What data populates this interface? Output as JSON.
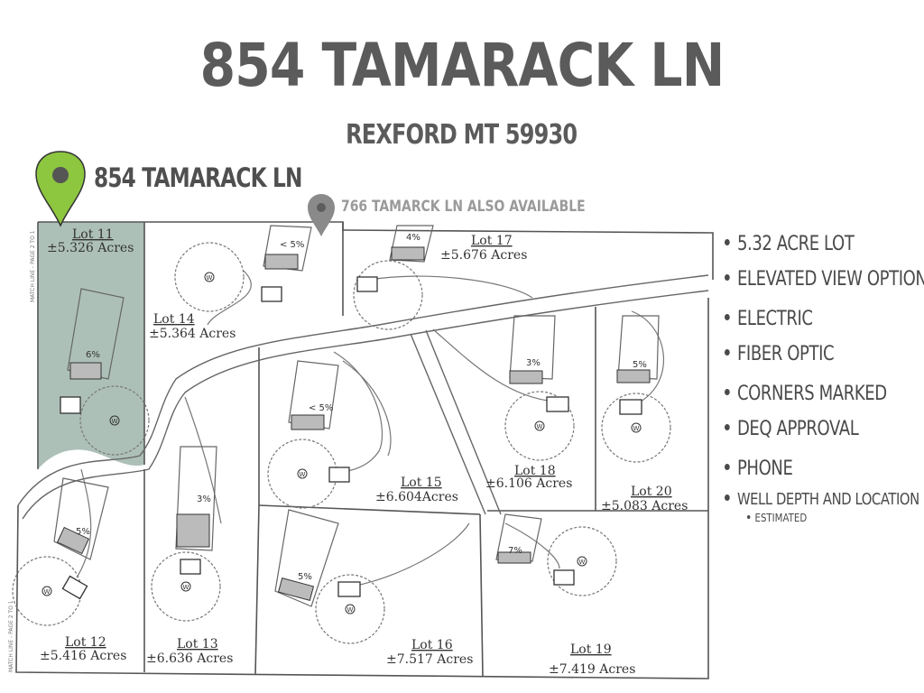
{
  "header": {
    "title": "854 TAMARACK LN",
    "subtitle": "REXFORD MT 59930"
  },
  "markers": {
    "primary": {
      "label": "854 TAMARACK LN",
      "color": "#8dc63f",
      "icon": "map-pin-icon"
    },
    "secondary": {
      "label": "766 TAMARCK LN ALSO AVAILABLE",
      "color": "#8a8a8a",
      "icon": "map-pin-icon"
    }
  },
  "colors": {
    "highlight": "#9fb5ac",
    "text": "#5b5b5b",
    "plat_lines": "#444444"
  },
  "features": [
    "5.32 ACRE LOT",
    "ELEVATED VIEW OPTION",
    "ELECTRIC",
    "FIBER OPTIC",
    "CORNERS MARKED",
    "DEQ APPROVAL",
    "PHONE",
    "WELL DEPTH AND LOCATION"
  ],
  "feature_note": "ESTIMATED",
  "lots": [
    {
      "name": "Lot 11",
      "acres": "±5.326 Acres"
    },
    {
      "name": "Lot 12",
      "acres": "±5.416 Acres"
    },
    {
      "name": "Lot 13",
      "acres": "±6.636 Acres"
    },
    {
      "name": "Lot 14",
      "acres": "±5.364 Acres"
    },
    {
      "name": "Lot 15",
      "acres": "±6.604Acres"
    },
    {
      "name": "Lot 16",
      "acres": "±7.517 Acres"
    },
    {
      "name": "Lot 17",
      "acres": "±5.676 Acres"
    },
    {
      "name": "Lot 18",
      "acres": "±6.106 Acres"
    },
    {
      "name": "Lot 19",
      "acres": "±7.419 Acres"
    },
    {
      "name": "Lot 20",
      "acres": "±5.083 Acres"
    }
  ],
  "slopes": [
    "6%",
    "< 5%",
    "4%",
    "< 5%",
    "3%",
    "5%",
    "5%",
    "3%",
    "5%",
    "7%"
  ],
  "well_symbol": "W",
  "match_line_text": "MATCH LINE - PAGE 2 TO 1"
}
